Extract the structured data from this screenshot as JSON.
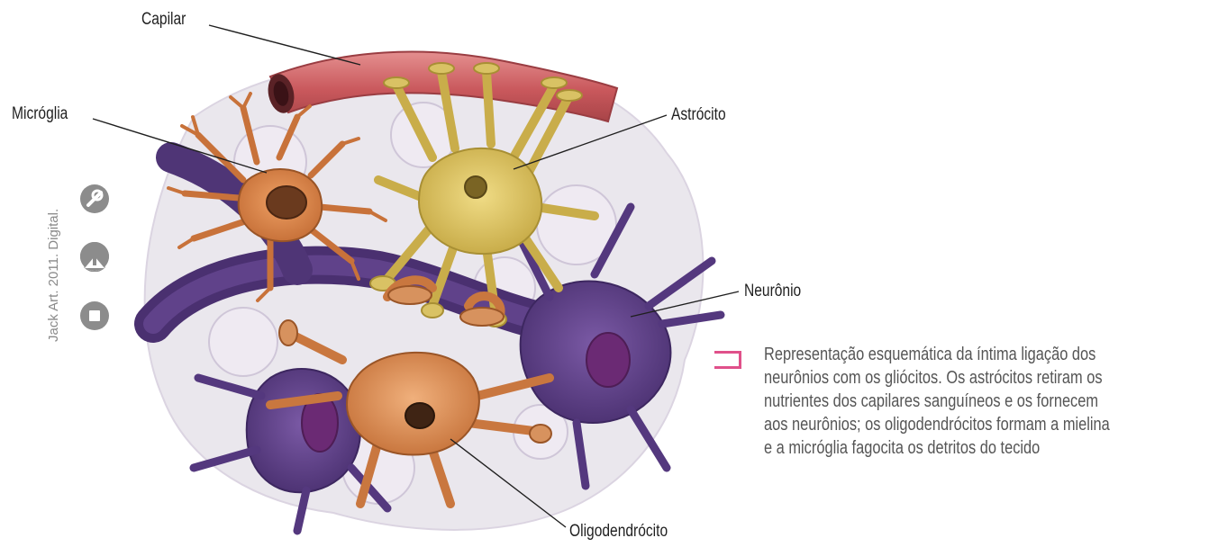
{
  "labels": {
    "capilar": "Capilar",
    "microglia": "Micróglia",
    "astrocito": "Astrócito",
    "neuronio": "Neurônio",
    "oligodendrocito": "Oligodendrócito"
  },
  "caption_lines": [
    "Representação esquemática da íntima ligação dos",
    "neurônios com os gliócitos. Os astrócitos retiram os",
    "nutrientes dos capilares sanguíneos e os fornecem",
    "aos neurônios; os oligodendrócitos formam a mielina",
    "e a micróglia fagocita os detritos do tecido"
  ],
  "credit": "Jack Art. 2011. Digital.",
  "license_icons": [
    "creative-commons-icon",
    "attribution-icon",
    "noncommercial-icon"
  ],
  "colors": {
    "capillary": "#c95a5e",
    "astrocyte": "#d9c264",
    "microglia": "#d98a4e",
    "oligodendrocyte": "#d7925e",
    "neuron": "#5c3f86",
    "neuron_nucleus": "#6b2a74",
    "background_glia": "#dcd6e0",
    "caption_marker": "#e0508a"
  }
}
